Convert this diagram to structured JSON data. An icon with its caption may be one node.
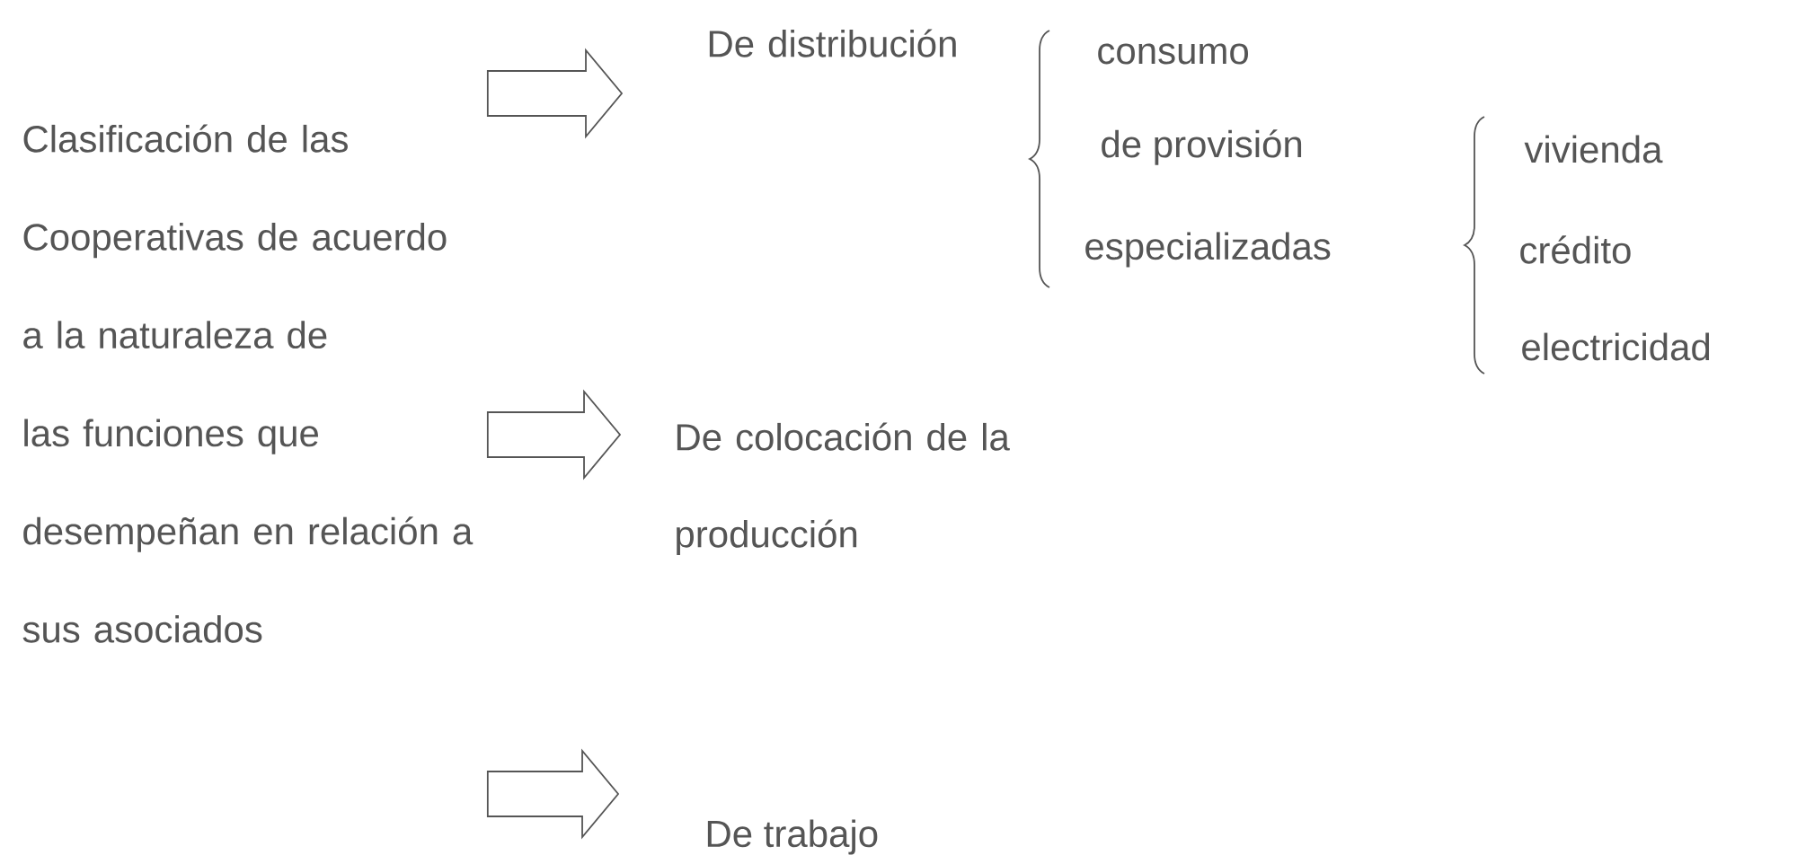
{
  "diagram": {
    "nodes": [
      {
        "text": [
          "Clasificación de las Cooperativas de acuerdo a la naturaleza de las funciones que desempeñan en relación a sus asociados"
        ]
      },
      {
        "text": [
          "De distribución"
        ]
      },
      {
        "text": [
          "consumo"
        ]
      },
      {
        "text": [
          "de provisión"
        ]
      },
      {
        "text": [
          "especializadas"
        ]
      },
      {
        "text": [
          "vivienda"
        ]
      },
      {
        "text": [
          "crédito"
        ]
      },
      {
        "text": [
          "electricidad"
        ]
      },
      {
        "text": [
          "De colocación de la producción"
        ]
      },
      {
        "text": [
          "De trabajo"
        ]
      }
    ],
    "edges": [
      {
        "from": 0,
        "to": 1,
        "arrow": "to"
      },
      {
        "from": 0,
        "to": 8,
        "arrow": "to"
      },
      {
        "from": 0,
        "to": 9,
        "arrow": "to"
      }
    ]
  }
}
